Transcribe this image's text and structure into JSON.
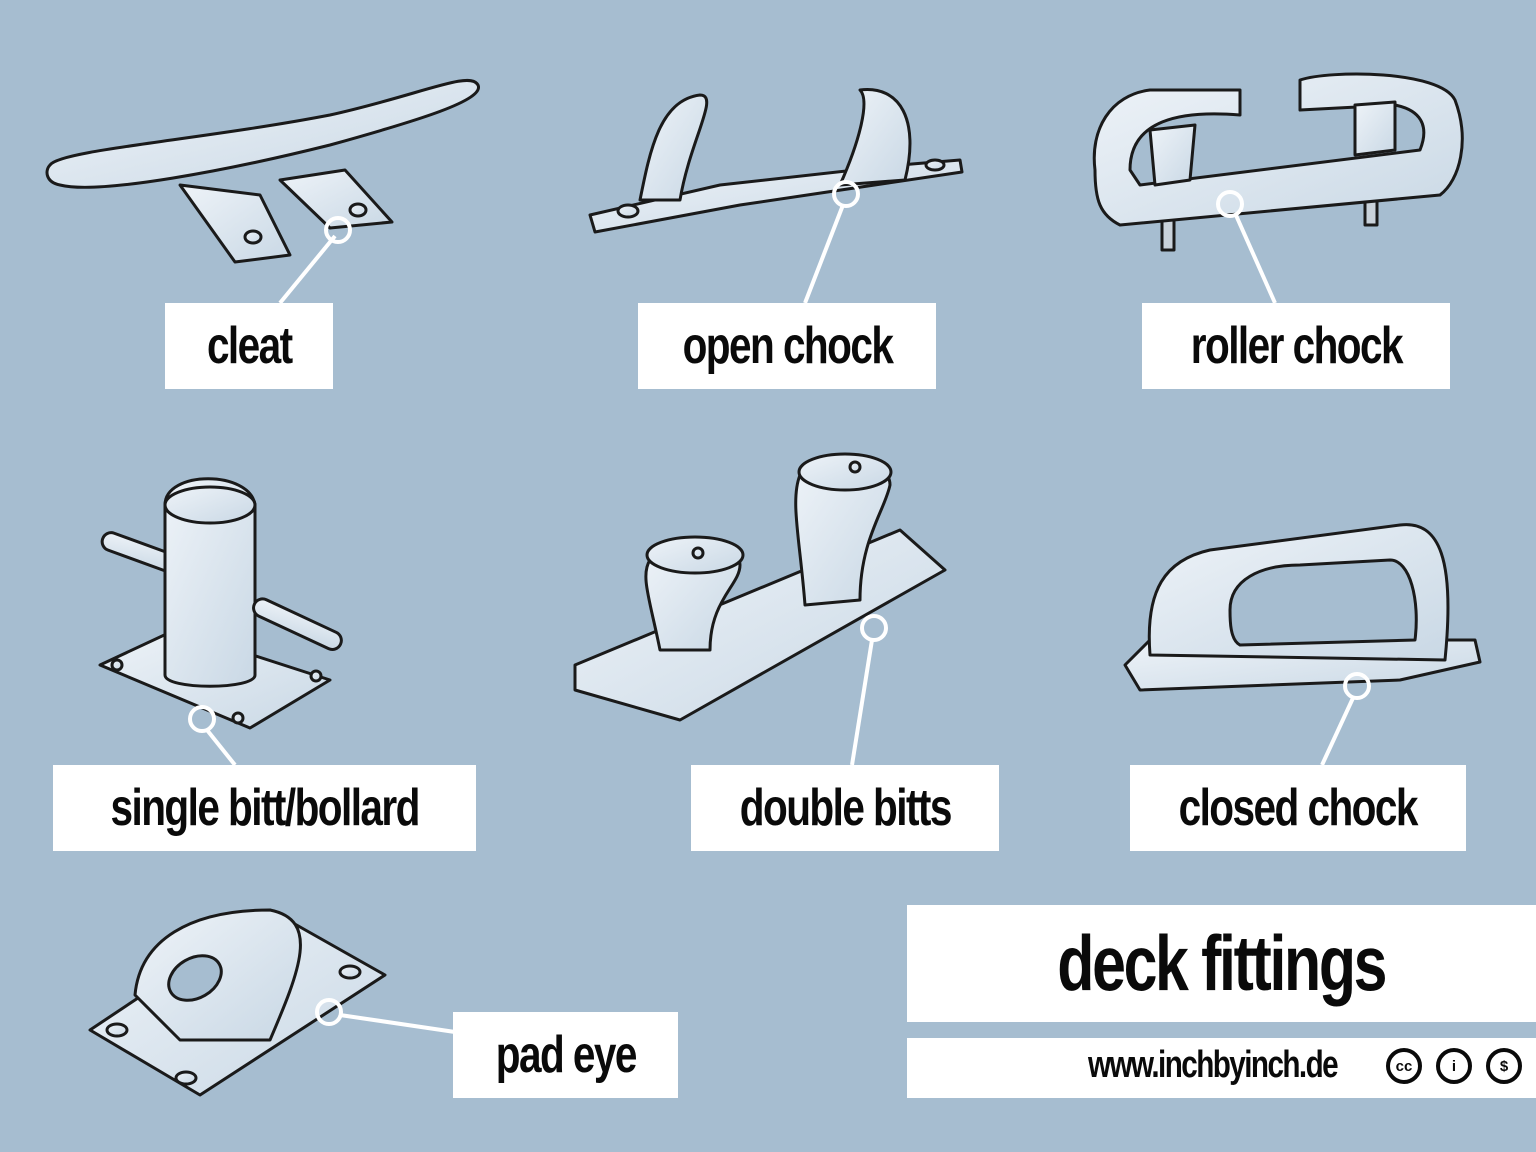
{
  "title": "deck fittings",
  "website": "www.inchbyinch.de",
  "license_icons": [
    {
      "name": "cc-icon",
      "glyph": "cc"
    },
    {
      "name": "attribution-icon",
      "glyph": "i"
    },
    {
      "name": "noncommercial-icon",
      "glyph": "$"
    }
  ],
  "colors": {
    "background": "#a6bdd0",
    "label_bg": "#ffffff",
    "metal": "#dbe6ef",
    "outline": "#1a1a1a"
  },
  "items": [
    {
      "id": "cleat",
      "label": "cleat"
    },
    {
      "id": "open-chock",
      "label": "open chock"
    },
    {
      "id": "roller-chock",
      "label": "roller chock"
    },
    {
      "id": "single-bitt",
      "label": "single bitt/bollard"
    },
    {
      "id": "double-bitts",
      "label": "double bitts"
    },
    {
      "id": "closed-chock",
      "label": "closed chock"
    },
    {
      "id": "pad-eye",
      "label": "pad eye"
    }
  ]
}
